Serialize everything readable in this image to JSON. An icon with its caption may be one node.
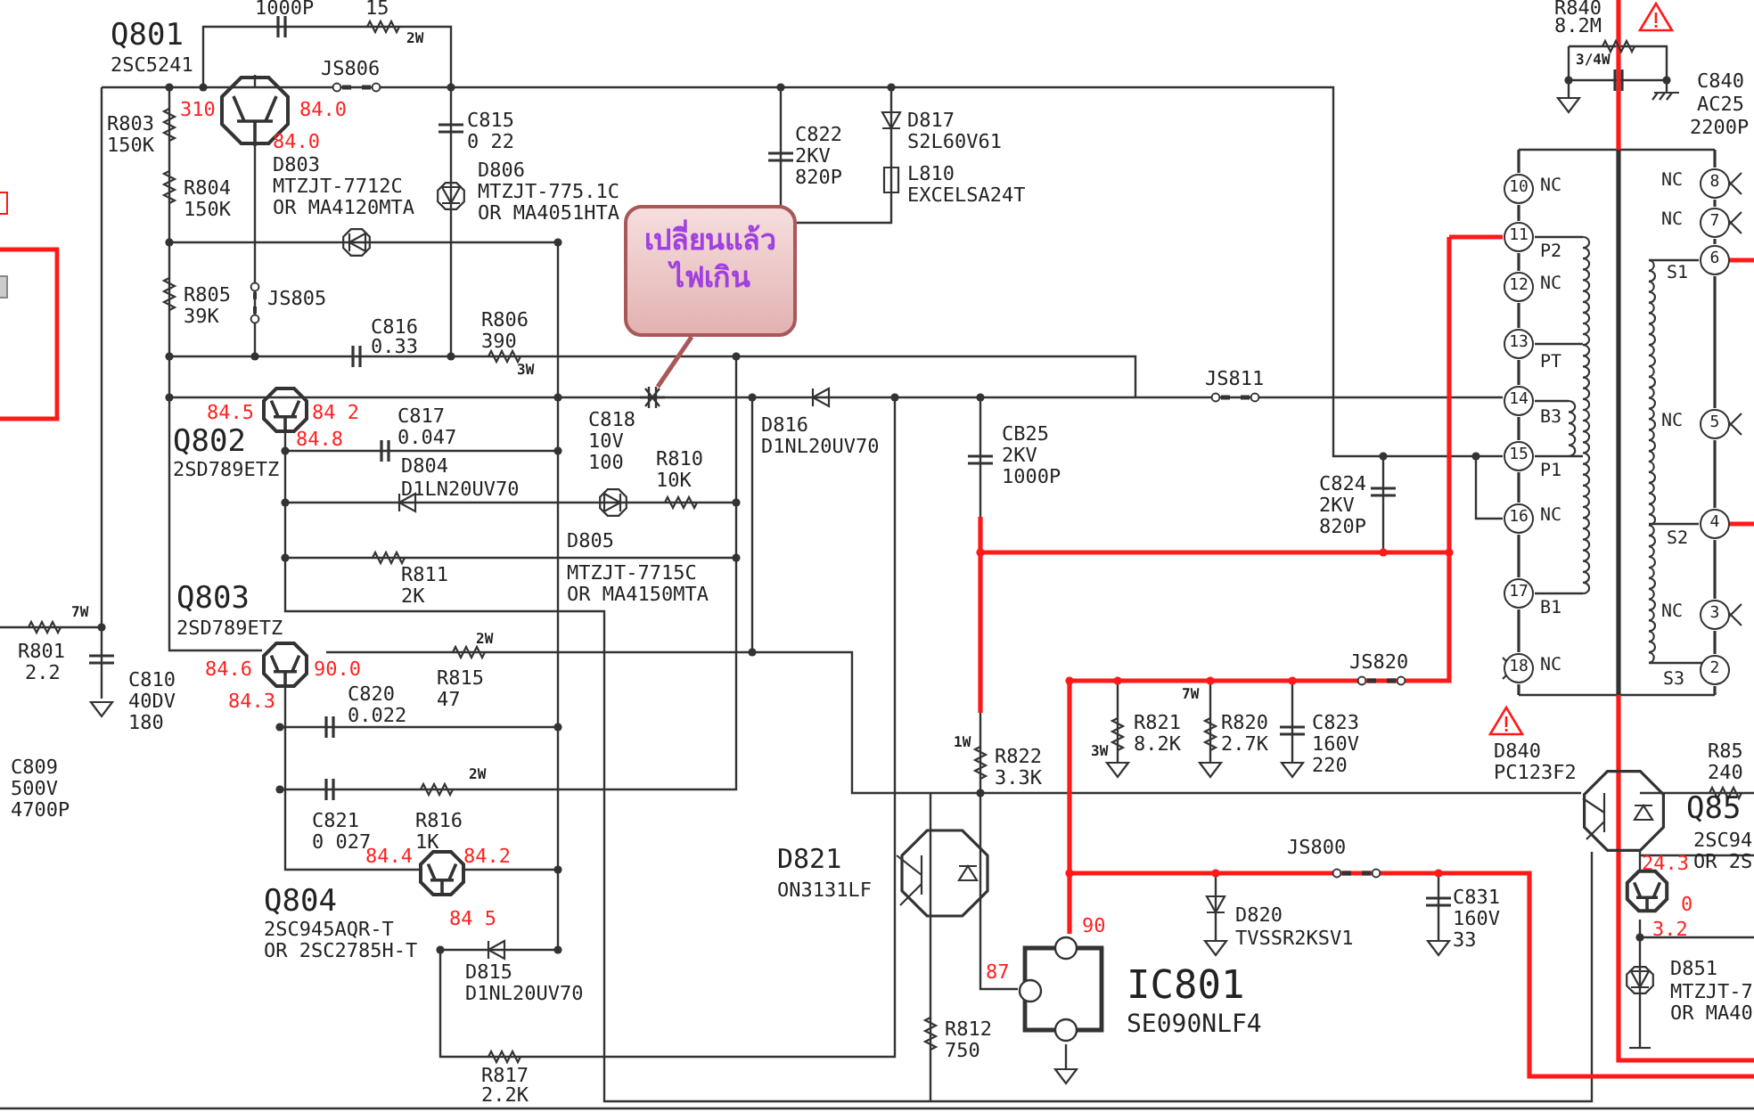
{
  "diagram": {
    "nodes": [
      {
        "text": [
          "เปลี่ยนแล้วไฟเกิน"
        ]
      },
      {
        "text": [],
        "shape": "picture"
      }
    ],
    "edges": [
      {
        "from": 0,
        "to": 1,
        "arrow": "none"
      }
    ],
    "labels": [
      "1000P",
      "15",
      "R840",
      "8.2M",
      "2W",
      "Q801",
      "3/4W",
      "2SC5241",
      "JS806",
      "C840",
      "310",
      "84.0",
      "AC25",
      "2200P",
      "C815",
      "0 22",
      "R803",
      "150K",
      "C822",
      "2KV",
      "820P",
      "D817",
      "S2L60V61",
      "L810",
      "EXCELSA24T",
      "84.0",
      "D803",
      "MTZJT-7712C",
      "OR MA4120MTA",
      "R804",
      "150K",
      "D806",
      "MTZJT-775.1C",
      "OR MA4051HTA",
      "R805",
      "39K",
      "JS805",
      "C816",
      "0.33",
      "R806",
      "390",
      "3W",
      "JS811",
      "84.5",
      "84 2",
      "Q802",
      "C817",
      "0.047",
      "84.8",
      "C818",
      "10V",
      "100",
      "D816",
      "D1NL20UV70",
      "CB25",
      "2KV",
      "1000P",
      "2SD789ETZ",
      "D804",
      "D1LN20UV70",
      "R810",
      "10K",
      "C824",
      "2KV",
      "820P",
      "D805",
      "MTZJT-7715C",
      "OR MA4150MTA",
      "R811",
      "2K",
      "Q803",
      "7W",
      "2SD789ETZ",
      "2W",
      "R801",
      "2.2",
      "84.6",
      "90.0",
      "JS820",
      "R815",
      "47",
      "C810",
      "40DV",
      "180",
      "84.3",
      "C820",
      "0.022",
      "7W",
      "R821",
      "8.2K",
      "R820",
      "2.7K",
      "C823",
      "160V",
      "220",
      "3W",
      "1W",
      "R822",
      "3.3K",
      "D840",
      "PC123F2",
      "C809",
      "500V",
      "4700P",
      "2W",
      "C821",
      "0 027",
      "R816",
      "1K",
      "JS800",
      "84.4",
      "84.2",
      "D821",
      "ON3131LF",
      "Q804",
      "C831",
      "160V",
      "33",
      "D820",
      "TVSSR2KSV1",
      "84 5",
      "2SC945AQR-T",
      "90",
      "OR 2SC2785H-T",
      "87",
      "D815",
      "D1NL20UV70",
      "IC801",
      "SE090NLF4",
      "R812",
      "750",
      "R817",
      "2.2K",
      "10",
      "NC",
      "8",
      "NC",
      "7",
      "NC",
      "11",
      "P2",
      "6",
      "S1",
      "12",
      "NC",
      "13",
      "PT",
      "14",
      "B3",
      "5",
      "NC",
      "15",
      "P1",
      "16",
      "NC",
      "4",
      "S2",
      "17",
      "B1",
      "3",
      "NC",
      "18",
      "NC",
      "2",
      "S3",
      "R85",
      "240",
      "Q85",
      "24.3",
      "2SC94",
      "OR 2S",
      "0",
      "3.2",
      "D851",
      "MTZJT-7",
      "OR MA40"
    ]
  }
}
